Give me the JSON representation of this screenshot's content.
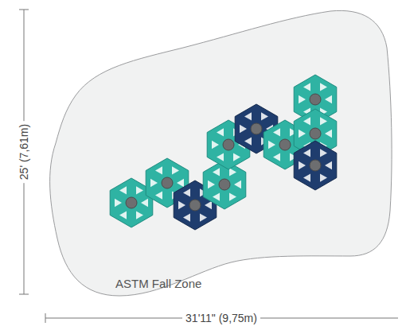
{
  "diagram": {
    "nodes": [
      {
        "text": [
          "ASTM Fall Zone"
        ]
      }
    ],
    "labels": [
      "25' (7,61m)",
      "31'11\" (9,75m)"
    ]
  }
}
